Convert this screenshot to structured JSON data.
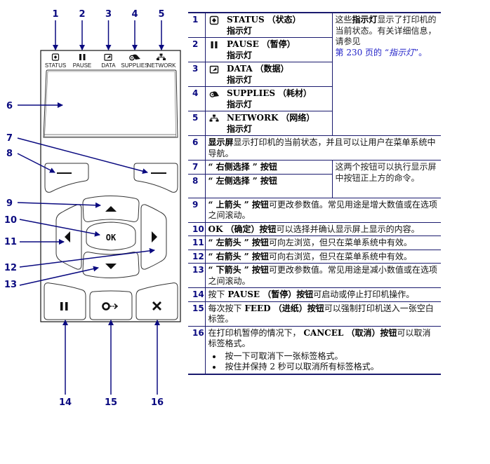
{
  "panel": {
    "led_labels": [
      "STATUS",
      "PAUSE",
      "DATA",
      "SUPPLIES",
      "NETWORK"
    ],
    "ok_label": "OK",
    "callouts": [
      "1",
      "2",
      "3",
      "4",
      "5",
      "6",
      "7",
      "8",
      "9",
      "10",
      "11",
      "12",
      "13",
      "14",
      "15",
      "16"
    ],
    "colors": {
      "callout": "#0a0a80",
      "outline": "#333333"
    }
  },
  "table": {
    "rows": [
      {
        "num": "1",
        "icon": "status-icon",
        "title": "STATUS",
        "cn": "（状态）",
        "suffix": "指示灯"
      },
      {
        "num": "2",
        "icon": "pause-icon",
        "title": "PAUSE",
        "cn": "（暂停）",
        "suffix": "指示灯"
      },
      {
        "num": "3",
        "icon": "data-icon",
        "title": "DATA",
        "cn": "（数据）",
        "suffix": "指示灯"
      },
      {
        "num": "4",
        "icon": "supplies-icon",
        "title": "SUPPLIES",
        "cn": "（耗材）",
        "suffix": "指示灯"
      },
      {
        "num": "5",
        "icon": "network-icon",
        "title": "NETWORK",
        "cn": "（网络）",
        "suffix": "指示灯"
      }
    ],
    "indicators_desc": {
      "pre": "这些",
      "bold": "指示灯",
      "post": "显示了打印机的当前状态。有关详细信息，请参见",
      "link_pre": "第 230 页的 “",
      "link_italic": "指示灯",
      "link_post": "”。"
    },
    "row6": {
      "num": "6",
      "bold": "显示屏",
      "text": "显示打印机的当前状态，并且可以让用户在菜单系统中导航。"
    },
    "row7": {
      "num": "7",
      "bold": "“ 右侧选择 ” 按钮"
    },
    "row8": {
      "num": "8",
      "bold": "“ 左侧选择 ” 按钮"
    },
    "select_desc": "这两个按钮可以执行显示屏中按钮正上方的命令。",
    "row9": {
      "num": "9",
      "bold": "“ 上箭头 ” 按钮",
      "text": "可更改参数值。常见用途是增大数值或在选项之间滚动。"
    },
    "row10": {
      "num": "10",
      "bold": "OK （确定）按钮",
      "text": "可以选择并确认显示屏上显示的内容。"
    },
    "row11": {
      "num": "11",
      "bold": "“ 左箭头 ” 按钮",
      "text": "可向左浏览，但只在菜单系统中有效。"
    },
    "row12": {
      "num": "12",
      "bold": "“ 右箭头 ” 按钮",
      "text": "可向右浏览，但只在菜单系统中有效。"
    },
    "row13": {
      "num": "13",
      "bold": "“ 下箭头 ” 按钮",
      "text": "可更改参数值。常见用途是减小数值或在选项之间滚动。"
    },
    "row14": {
      "num": "14",
      "pre": "按下 ",
      "bold": "PAUSE （暂停）按钮",
      "text": "可启动或停止打印机操作。"
    },
    "row15": {
      "num": "15",
      "pre": "每次按下 ",
      "bold": "FEED （进纸）按钮",
      "text": "可以强制打印机送入一张空白标签。"
    },
    "row16": {
      "num": "16",
      "pre": "在打印机暂停的情况下， ",
      "bold": "CANCEL （取消）按钮",
      "text": "可以取消标签格式。",
      "bullets": [
        "按一下可取消下一张标签格式。",
        "按住并保持 2 秒可以取消所有标签格式。"
      ]
    }
  }
}
